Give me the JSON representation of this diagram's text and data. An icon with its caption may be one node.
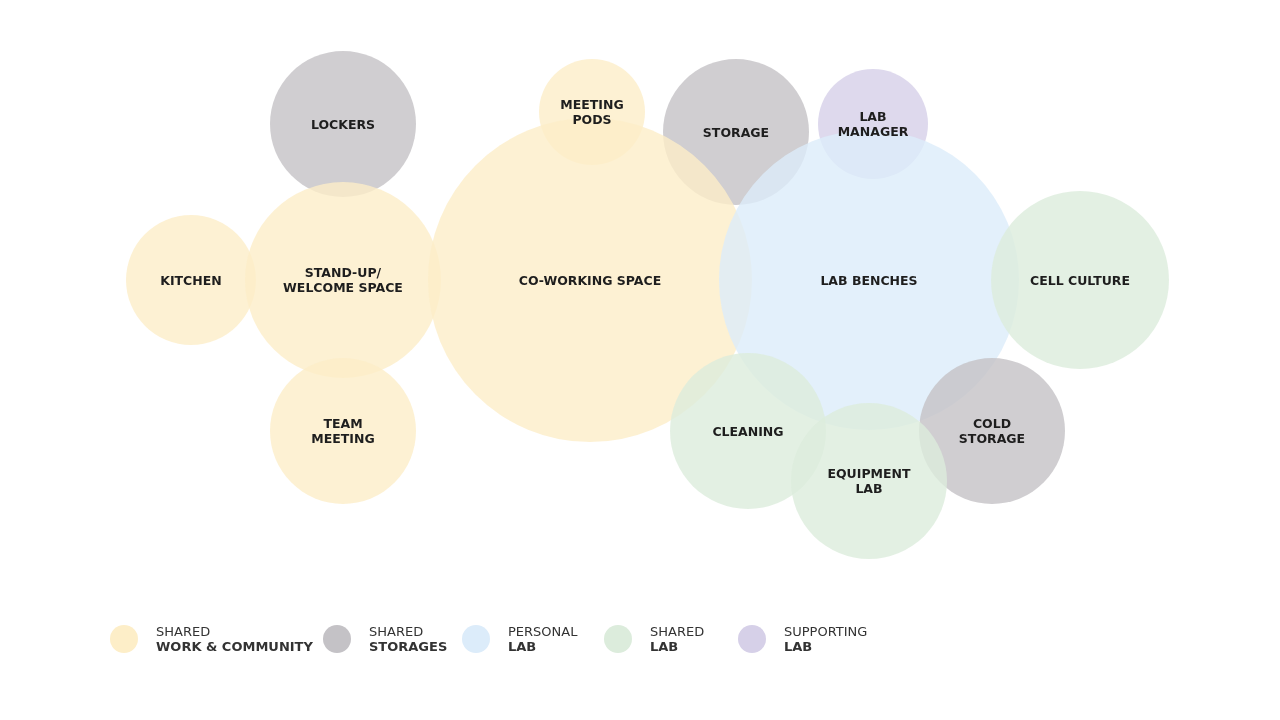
{
  "diagram": {
    "nodes": [
      {
        "text": [
          "LOCKERS"
        ]
      },
      {
        "text": [
          "MEETING PODS"
        ]
      },
      {
        "text": [
          "STORAGE"
        ]
      },
      {
        "text": [
          "LAB MANAGER"
        ]
      },
      {
        "text": [
          "KITCHEN"
        ]
      },
      {
        "text": [
          "STAND-UP/ WELCOME SPACE"
        ]
      },
      {
        "text": [
          "CO-WORKING SPACE"
        ]
      },
      {
        "text": [
          "LAB BENCHES"
        ]
      },
      {
        "text": [
          "CELL CULTURE"
        ]
      },
      {
        "text": [
          "TEAM MEETING"
        ]
      },
      {
        "text": [
          "CLEANING"
        ]
      },
      {
        "text": [
          "COLD STORAGE"
        ]
      },
      {
        "text": [
          "EQUIPMENT LAB"
        ]
      }
    ],
    "edges": [],
    "legend": [
      {
        "text": "SHARED **WORK & COMMUNITY**",
        "color": "#fdeec8"
      },
      {
        "text": "SHARED **STORAGES**",
        "color": "#c4c2c6"
      },
      {
        "text": "PERSONAL **LAB**",
        "color": "#dcecfa"
      },
      {
        "text": "SHARED **LAB**",
        "color": "#dcecdc"
      },
      {
        "text": "SUPPORTING **LAB**",
        "color": "#d6d0e8"
      }
    ]
  }
}
